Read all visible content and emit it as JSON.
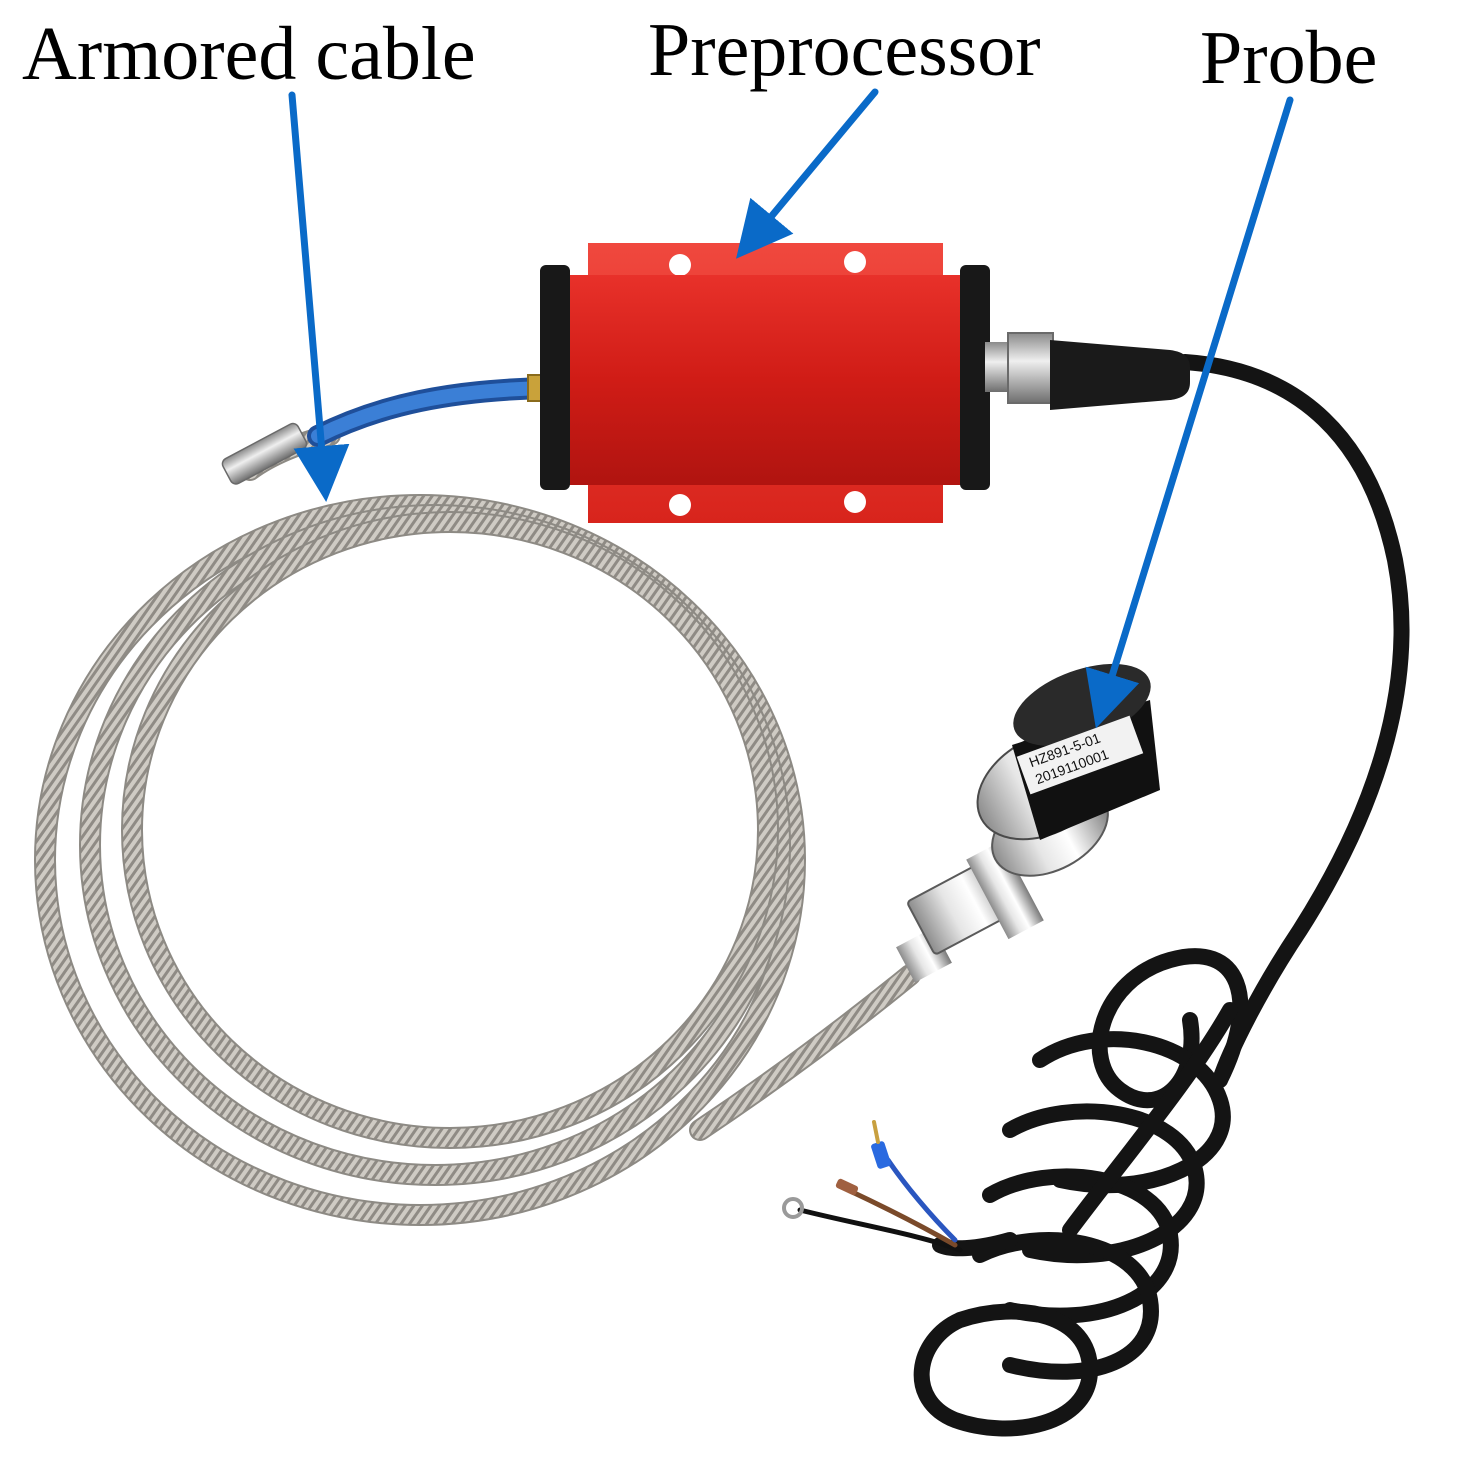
{
  "labels": {
    "armored_cable": "Armored cable",
    "preprocessor": "Preprocessor",
    "probe": "Probe"
  },
  "probe_label_lines": [
    "HZ891-5-01",
    "2019110001"
  ],
  "colors": {
    "background": "#ffffff",
    "arrow": "#0a6ac8",
    "preprocessor_body": "#d9201a",
    "armored_cable": "#c9c6c0",
    "blue_lead": "#2f6fc2",
    "probe_cable": "#151515"
  }
}
